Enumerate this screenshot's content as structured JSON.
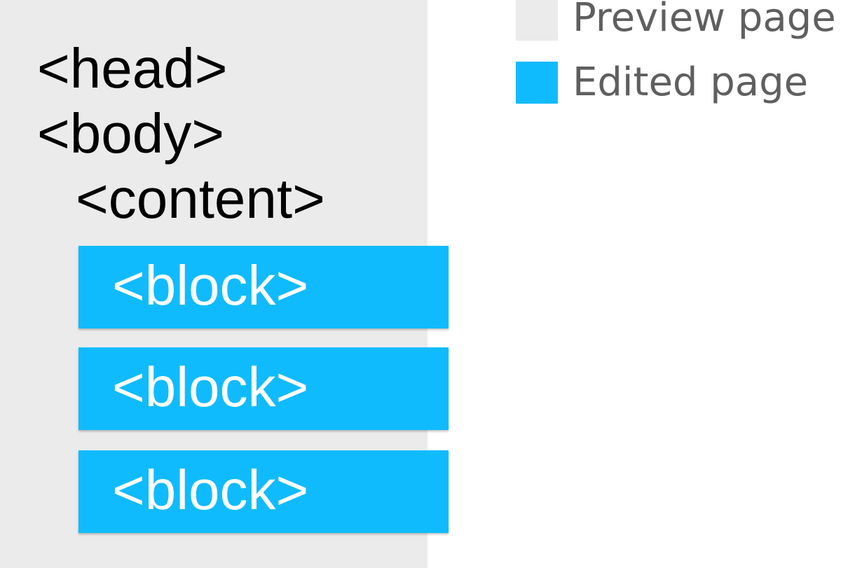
{
  "colors": {
    "preview_page": "#ebebeb",
    "edited_page": "#10bbfd"
  },
  "legend": {
    "items": [
      {
        "label": "Preview page",
        "color": "#ebebeb"
      },
      {
        "label": "Edited page",
        "color": "#10bbfd"
      }
    ]
  },
  "document": {
    "head_tag": "<head>",
    "body_tag": "<body>",
    "content_tag": "<content>",
    "blocks": [
      {
        "label": "<block>"
      },
      {
        "label": "<block>"
      },
      {
        "label": "<block>"
      }
    ]
  }
}
